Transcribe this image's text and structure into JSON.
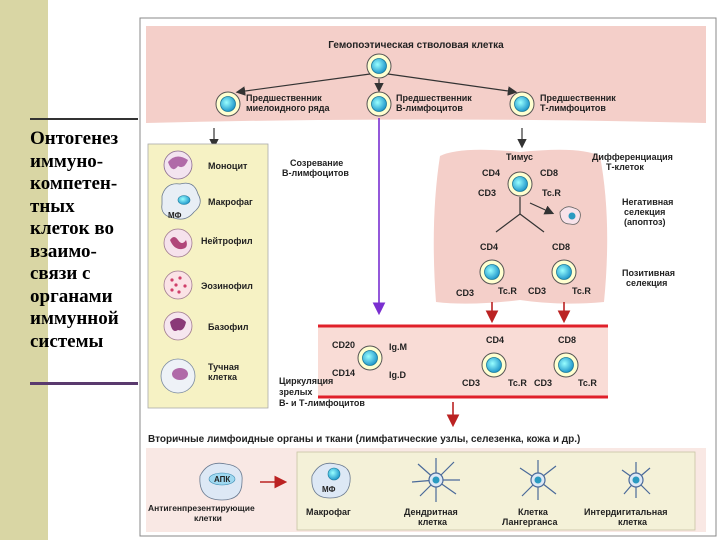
{
  "slide": {
    "title": "Онтогенез\nиммуно-\nкомпетен-\nтных\nклеток во\nвзаимо-\nсвязи с\nорганами\nиммунной\nсистемы"
  },
  "diagram": {
    "stem_cell": "Гемопоэтическая стволовая клетка",
    "precursor_myeloid": [
      "Предшественник",
      "миелоидного ряда"
    ],
    "precursor_b": [
      "Предшественник",
      "В-лимфоцитов"
    ],
    "precursor_t": [
      "Предшественник",
      "Т-лимфоцитов"
    ],
    "myeloid_cells": [
      "Моноцит",
      "Макрофаг",
      "Нейтрофил",
      "Эозинофил",
      "Базофил",
      "Тучная",
      "клетка"
    ],
    "mf": "МФ",
    "b_maturation": [
      "Созревание",
      "В-лимфоцитов"
    ],
    "thymus": "Тимус",
    "t_diff": [
      "Дифференциация",
      "Т-клеток"
    ],
    "neg_selection": [
      "Негативная",
      "селекция",
      "(апоптоз)"
    ],
    "pos_selection": [
      "Позитивная",
      "селекция"
    ],
    "markers": {
      "cd4": "CD4",
      "cd8": "CD8",
      "cd3": "CD3",
      "tcr": "Tc.R",
      "cd20": "CD20",
      "cd14": "CD14",
      "igm": "Ig.M",
      "igd": "Ig.D"
    },
    "circulation": [
      "Циркуляция",
      "зрелых",
      "В- и Т-лимфоцитов"
    ],
    "secondary_organs": "Вторичные лимфоидные органы и ткани (лимфатические узлы, селезенка, кожа и др.)",
    "apc": "АПК",
    "apc_label": [
      "Антигенпрезентирующие",
      "клетки"
    ],
    "macrophage": "Макрофаг",
    "dendritic": [
      "Дендритная",
      "клетка"
    ],
    "langerhans": [
      "Клетка",
      "Лангерганса"
    ],
    "interdigital": [
      "Интердигитальная",
      "клетка"
    ]
  }
}
